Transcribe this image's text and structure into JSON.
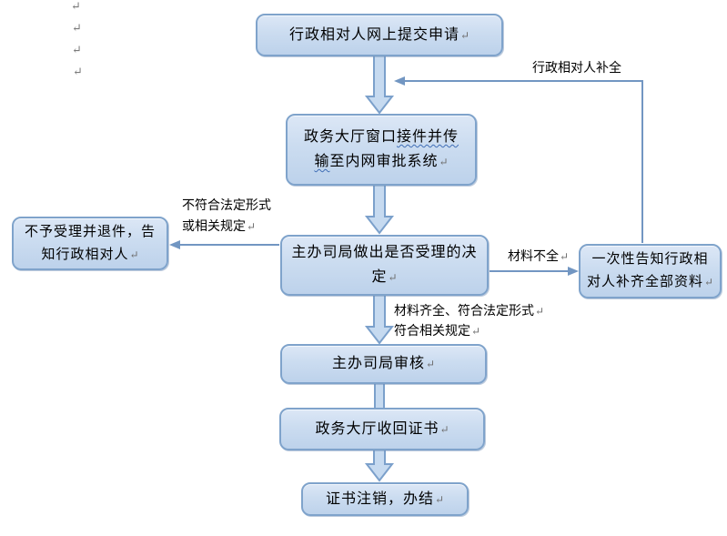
{
  "marks": {
    "return_symbol": "↵"
  },
  "colors": {
    "box_fill_top": "#DCE7F6",
    "box_fill_bottom": "#BDD2EB",
    "box_border": "#7FA3CB",
    "block_arrow_fill": "#C6DAF0",
    "block_arrow_border": "#7BA0CB",
    "connector_line": "#7296C2",
    "wavy_underline": "#3F6DB5",
    "formatting_mark": "#7A7A7A",
    "text": "#000000"
  },
  "flowchart": {
    "box_submit": {
      "line1": "行政相对人网上提交申请"
    },
    "box_receive": {
      "line1_pre": "政务大厅窗口",
      "line1_wavy": "接件并传",
      "line2_wavy": "输",
      "line2_post": "至内网审批系统"
    },
    "box_decide": {
      "line1": "主办司局做出是否受理的决",
      "line2": "定"
    },
    "box_reject": {
      "line1": "不予受理并退件，告",
      "line2": "知行政相对人"
    },
    "box_notify": {
      "line1": "一次性告知行政相",
      "line2": "对人补齐全部资料"
    },
    "box_review": {
      "line1": "主办司局审核"
    },
    "box_collect": {
      "line1": "政务大厅收回证书"
    },
    "box_close": {
      "line1": "证书注销，办结"
    }
  },
  "labels": {
    "supplement": "行政相对人补全",
    "not_conform_line1": "不符合法定形式",
    "not_conform_line2": "或相关规定",
    "materials_incomplete": "材料不全",
    "materials_complete_line1": "材料齐全、符合法定形式",
    "materials_complete_line2": "符合相关规定"
  }
}
